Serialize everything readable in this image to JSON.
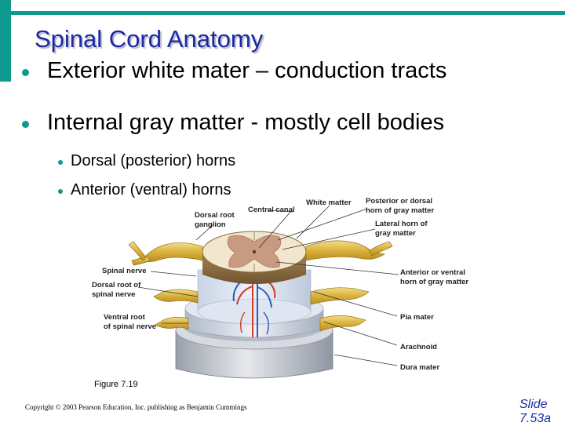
{
  "slide": {
    "title": "Spinal Cord Anatomy",
    "bullets": [
      "Exterior white mater – conduction tracts",
      "Internal gray matter - mostly cell bodies"
    ],
    "sub_bullets": [
      "Dorsal (posterior) horns",
      "Anterior (ventral) horns"
    ]
  },
  "figure": {
    "labels": {
      "white_matter": "White matter",
      "central_canal": "Central canal",
      "dorsal_root_ganglion": [
        "Dorsal root",
        "ganglion"
      ],
      "posterior_horn": [
        "Posterior or dorsal",
        "horn of gray matter"
      ],
      "lateral_horn": [
        "Lateral horn of",
        "gray matter"
      ],
      "spinal_nerve": "Spinal nerve",
      "dorsal_root": [
        "Dorsal root of",
        "spinal nerve"
      ],
      "anterior_horn": [
        "Anterior or ventral",
        "horn of gray matter"
      ],
      "ventral_root": [
        "Ventral root",
        "of spinal nerve"
      ],
      "pia_mater": "Pia mater",
      "arachnoid": "Arachnoid",
      "dura_mater": "Dura mater"
    },
    "caption": "Figure 7.19"
  },
  "footer": {
    "copyright": "Copyright © 2003 Pearson Education, Inc. publishing as Benjamin Cummings",
    "slide_label": "Slide",
    "slide_number": "7.53a"
  },
  "theme": {
    "accent": "#0e9a8e",
    "title_color": "#1a2aa0"
  }
}
